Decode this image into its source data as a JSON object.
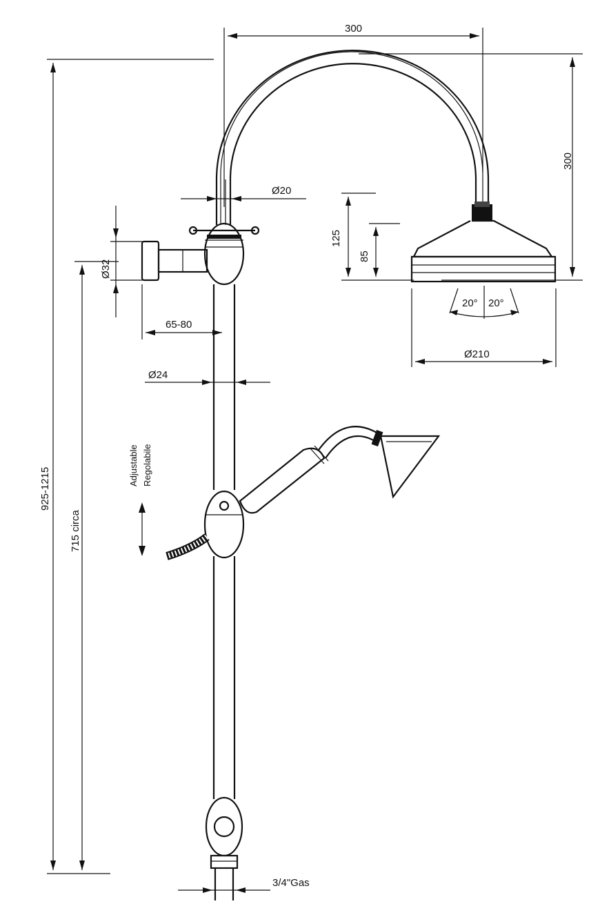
{
  "dimensions": {
    "arm_reach": "300",
    "arm_height": "300",
    "arm_diameter": "Ø20",
    "head_height_total": "125",
    "head_height_body": "85",
    "head_diameter": "Ø210",
    "head_angle_left": "20°",
    "head_angle_right": "20°",
    "wall_bracket_diameter": "Ø32",
    "wall_bracket_distance": "65-80",
    "riser_diameter": "Ø24",
    "overall_height": "925-1215",
    "inlet_height": "715  circa",
    "inlet_thread": "3/4\"Gas"
  },
  "annotations": {
    "adjustable_en": "Adjustable",
    "adjustable_it": "Regolabile"
  },
  "colors": {
    "line": "#111111",
    "background": "#ffffff"
  }
}
